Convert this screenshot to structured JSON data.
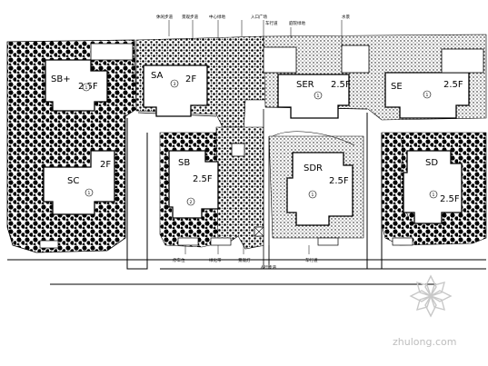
{
  "buildings": [
    {
      "id": "sb-plus",
      "label": "SB+",
      "floors": "2.5F",
      "unit": "1"
    },
    {
      "id": "sa",
      "label": "SA",
      "floors": "2F",
      "unit": "3"
    },
    {
      "id": "ser",
      "label": "SER",
      "floors": "2.5F",
      "unit": "1"
    },
    {
      "id": "se",
      "label": "SE",
      "floors": "2.5F",
      "unit": "1"
    },
    {
      "id": "sc",
      "label": "SC",
      "floors": "2F",
      "unit": "1"
    },
    {
      "id": "sb",
      "label": "SB",
      "floors": "2.5F",
      "unit": "2"
    },
    {
      "id": "sdr",
      "label": "SDR",
      "floors": "2.5F",
      "unit": "1"
    },
    {
      "id": "sd",
      "label": "SD",
      "floors": "2.5F",
      "unit": "1"
    }
  ],
  "annotations_top": [
    "休闲步道",
    "景观步道",
    "中心绿地",
    "入口广场",
    "车行道",
    "庭院绿地",
    "水景"
  ],
  "annotations_bottom": [
    "停车位",
    "绿化带",
    "景观灯",
    "人行步道",
    "车行道"
  ],
  "watermark": "zhulong.com"
}
